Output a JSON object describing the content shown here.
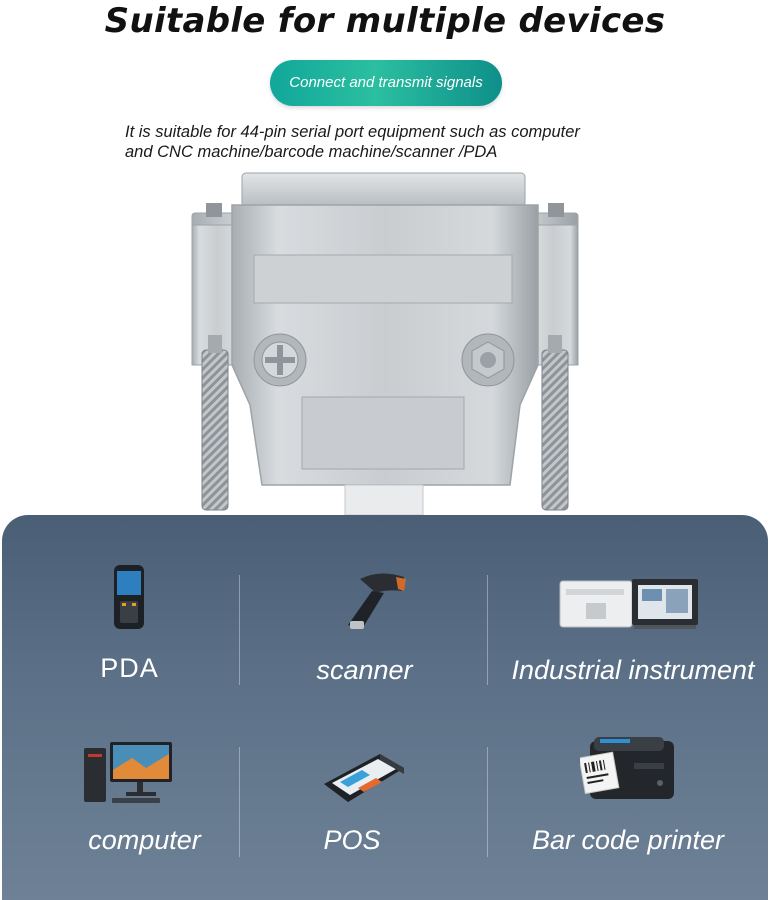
{
  "header": {
    "title": "Suitable for multiple devices",
    "badge": "Connect and transmit signals",
    "description_line1": "It is suitable for 44-pin serial port equipment such as computer",
    "description_line2": "and CNC machine/barcode machine/scanner /PDA"
  },
  "devices": [
    {
      "label": "PDA",
      "icon": "pda-icon"
    },
    {
      "label": "scanner",
      "icon": "barcode-scanner-icon"
    },
    {
      "label": "Industrial instrument",
      "icon": "industrial-instrument-icon"
    },
    {
      "label": "computer",
      "icon": "desktop-computer-icon"
    },
    {
      "label": "POS",
      "icon": "pos-terminal-icon"
    },
    {
      "label": "Bar code printer",
      "icon": "barcode-printer-icon"
    }
  ],
  "colors": {
    "badge_start": "#11a79a",
    "badge_end": "#0e8f8a",
    "panel_top": "#4a5e76",
    "panel_bottom": "#6e8196"
  }
}
